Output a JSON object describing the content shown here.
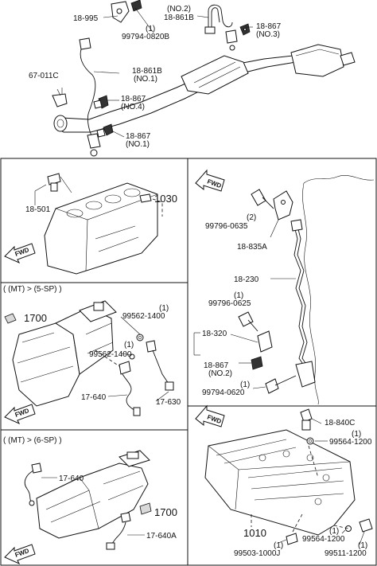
{
  "top_section": {
    "labels": {
      "sensor_mount": "18-995",
      "sensor_mount_bolt_qty": "(1)",
      "sensor_mount_bolt": "99794-0820B",
      "sensor_no2_tag": "(NO.2)",
      "sensor_no2": "18-861B",
      "bracket_no3": "18-867",
      "bracket_no3_tag": "(NO.3)",
      "clip": "67-011C",
      "sensor_no1": "18-861B",
      "sensor_no1_tag": "(NO.1)",
      "bracket_no4": "18-867",
      "bracket_no4_tag": "(NO.4)",
      "bracket_no1": "18-867",
      "bracket_no1_tag": "(NO.1)"
    }
  },
  "engine_block_panel": {
    "sensor": "18-501",
    "block_ref": "1030",
    "fwd": "FWD"
  },
  "harness_panel": {
    "fwd": "FWD",
    "bolt_a_qty": "(2)",
    "bolt_a": "99796-0635",
    "bracket": "18-835A",
    "harness": "18-230",
    "bolt_b_qty": "(1)",
    "bolt_b": "99796-0625",
    "group": "18-320",
    "bracket_no2": "18-867",
    "bracket_no2_tag": "(NO.2)",
    "bolt_c_qty": "(1)",
    "bolt_c": "99794-0620"
  },
  "mt5_panel": {
    "header": "( (MT) > (5-SP) )",
    "trans_ref": "1700",
    "washer_top_qty": "(1)",
    "washer_top": "99562-1400",
    "washer_mid_qty": "(1)",
    "washer_mid": "99562-1400",
    "switch": "17-640",
    "switch_b": "17-630",
    "fwd": "FWD"
  },
  "head_panel": {
    "fwd": "FWD",
    "sensor": "18-840C",
    "washer_qty": "(1)",
    "washer": "99564-1200",
    "head_ref": "1010",
    "washer_b_qty": "(1)",
    "washer_b": "99564-1200",
    "plug_qty": "(1)",
    "plug": "99503-1000J",
    "plug_b_qty": "(1)",
    "plug_b": "99511-1200"
  },
  "mt6_panel": {
    "header": "( (MT) > (6-SP) )",
    "switch": "17-640",
    "trans_ref": "1700",
    "switch_b": "17-640A",
    "fwd": "FWD"
  }
}
